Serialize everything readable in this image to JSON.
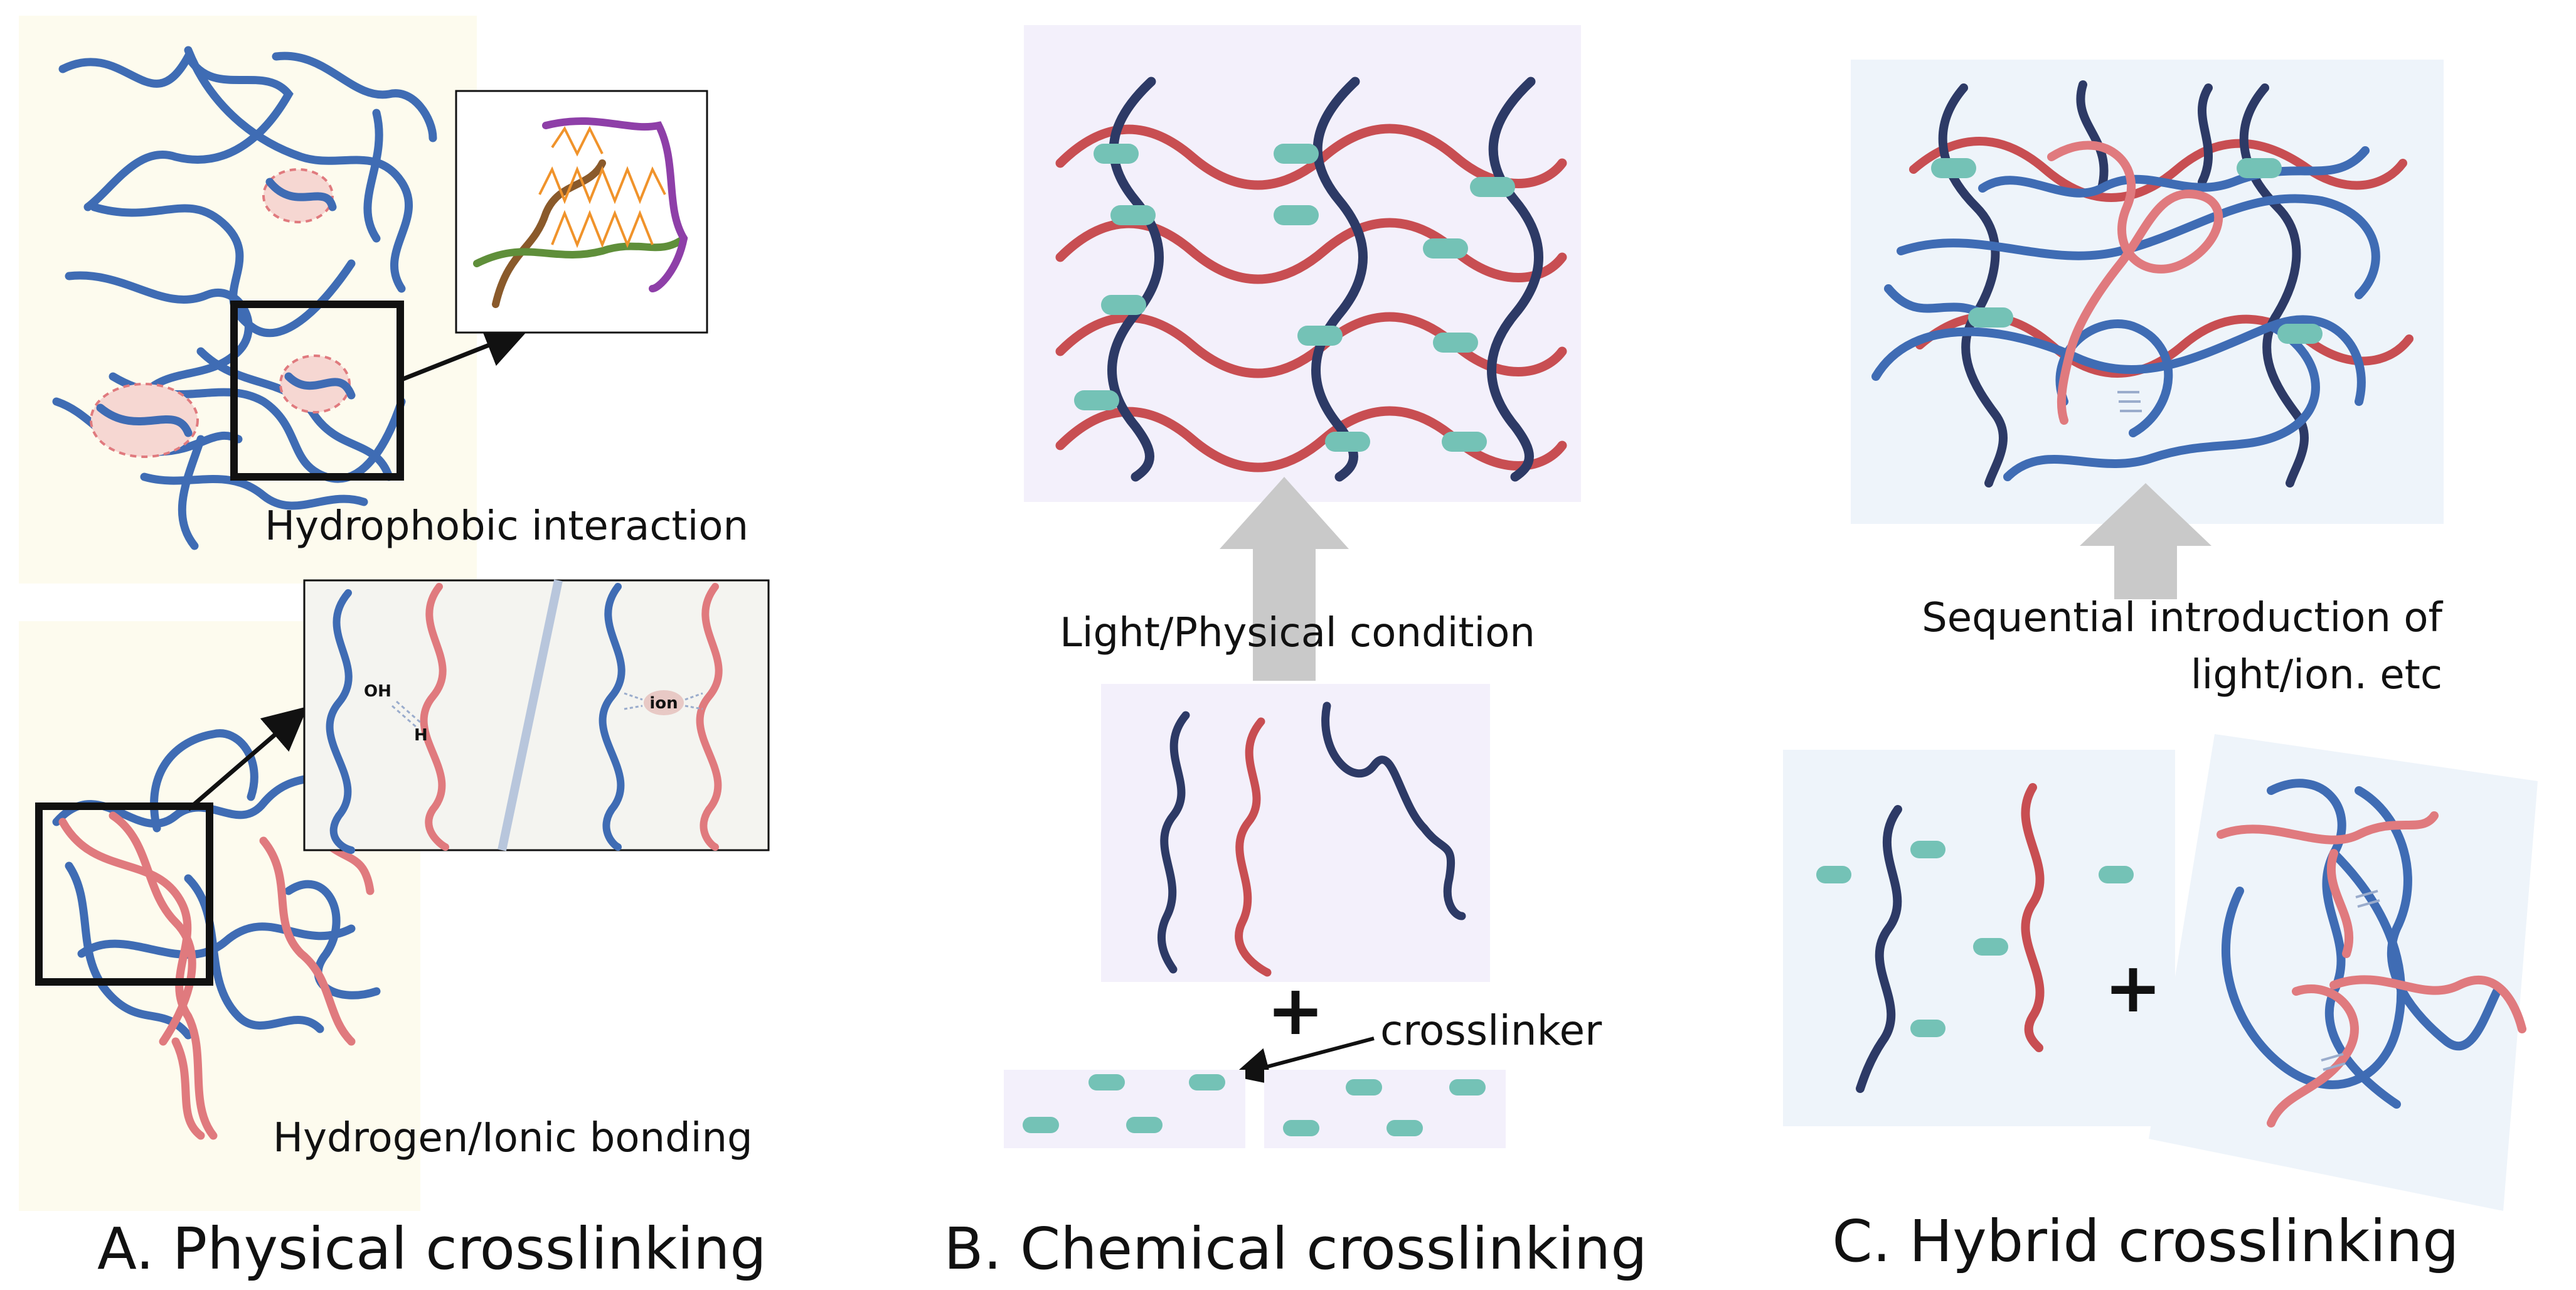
{
  "panel_a": {
    "title": "A. Physical crosslinking",
    "hydrophobic_label": "Hydrophobic interaction",
    "hbond_label": "Hydrogen/Ionic bonding",
    "oh_label": "OH",
    "h_label": "H",
    "ion_label": "ion"
  },
  "panel_b": {
    "title": "B. Chemical crosslinking",
    "condition_label": "Light/Physical condition",
    "plus_label": "+",
    "crosslinker_label": "crosslinker"
  },
  "panel_c": {
    "title": "C. Hybrid crosslinking",
    "condition_line1": "Sequential introduction of",
    "condition_line2": "light/ion. etc",
    "plus_label": "+"
  },
  "colors": {
    "blue": "#3f6cb4",
    "navy": "#2d3a66",
    "red": "#c84e52",
    "pink": "#e07a7e",
    "teal": "#74c2b6",
    "arrow_gray": "#c9c9c9",
    "panel_a_bg": "#fdfbee",
    "panel_b_bg": "#f3f0fb",
    "panel_c_bg": "#eef4fa"
  }
}
